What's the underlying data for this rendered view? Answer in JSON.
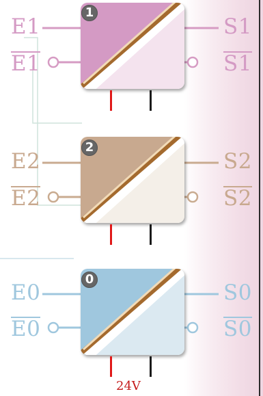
{
  "colors": {
    "ch1": "#d49ac4",
    "ch1_light": "#f4e3ee",
    "ch2": "#c8a98f",
    "ch2_light": "#f4efe8",
    "ch0": "#9fc7de",
    "ch0_light": "#dbe9f1",
    "supply_positive": "#e01818",
    "supply_negative": "#1a1a1a"
  },
  "channels": [
    {
      "id": "1",
      "input": "E1",
      "input_inverted": "E1",
      "output": "S1",
      "output_inverted": "S1"
    },
    {
      "id": "2",
      "input": "E2",
      "input_inverted": "E2",
      "output": "S2",
      "output_inverted": "S2"
    },
    {
      "id": "0",
      "input": "E0",
      "input_inverted": "E0",
      "output": "S0",
      "output_inverted": "S0"
    }
  ],
  "supply_label": "24V"
}
